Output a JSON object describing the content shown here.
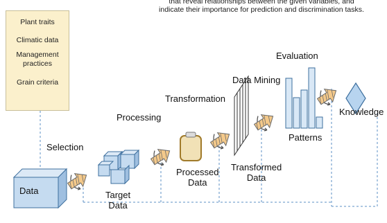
{
  "caption": {
    "line1": "that reveal relationships between the given variables, and",
    "line2": "indicate their importance for prediction and discrimination tasks."
  },
  "traits": [
    {
      "label": "Plant traits"
    },
    {
      "label": "Climatic data"
    },
    {
      "label": "Management\npractices"
    },
    {
      "label": "Grain criteria"
    }
  ],
  "stages": {
    "data": "Data",
    "selection": "Selection",
    "target_data": "Target\nData",
    "processing": "Processing",
    "processed_data": "Processed\nData",
    "transformation": "Transformation",
    "transformed_data": "Transformed\nData",
    "data_mining": "Data Mining",
    "patterns": "Patterns",
    "evaluation": "Evaluation",
    "knowledge": "Knowledge"
  },
  "colors": {
    "shape_fill": "#c5dbf0",
    "shape_stroke": "#3d6f9e",
    "dashed_line": "#5b8fc6",
    "traits_bg": "#fbf0cc",
    "arrow_fill": "#f4c98a"
  }
}
